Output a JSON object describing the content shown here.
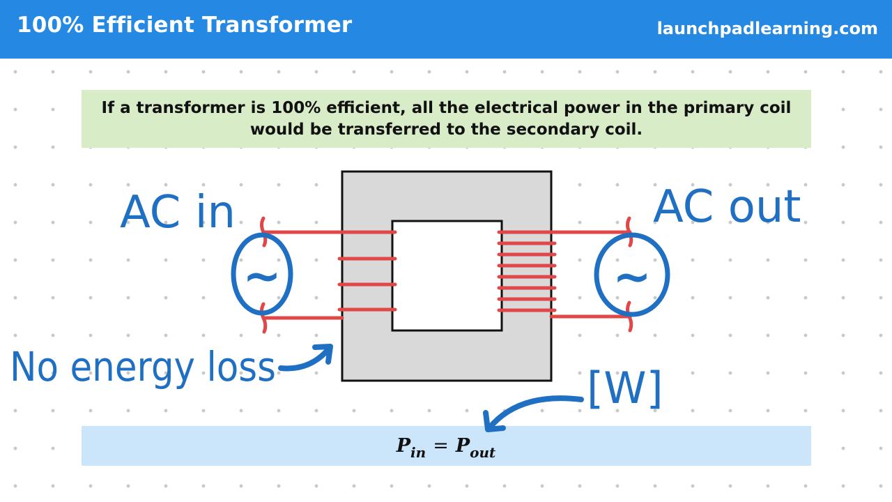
{
  "header": {
    "title": "100% Efficient Transformer",
    "site": "launchpadlearning.com"
  },
  "info": {
    "text": "If a transformer is 100% efficient, all the electrical power in the primary coil would be transferred to the secondary coil."
  },
  "labels": {
    "ac_in": "AC in",
    "ac_out": "AC out",
    "no_energy_loss": "No energy loss",
    "unit": "[W]",
    "ac_symbol": "~"
  },
  "formula": {
    "p_in_base": "P",
    "p_in_sub": "in",
    "equals": "=",
    "p_out_base": "P",
    "p_out_sub": "out"
  },
  "colors": {
    "header_bg": "#2589e3",
    "info_bg": "#d9ecc8",
    "formula_bg": "#cbe6fb",
    "core_fill": "#d9d9d9",
    "coil": "#e04848",
    "handwriting": "#1f6fc2"
  }
}
